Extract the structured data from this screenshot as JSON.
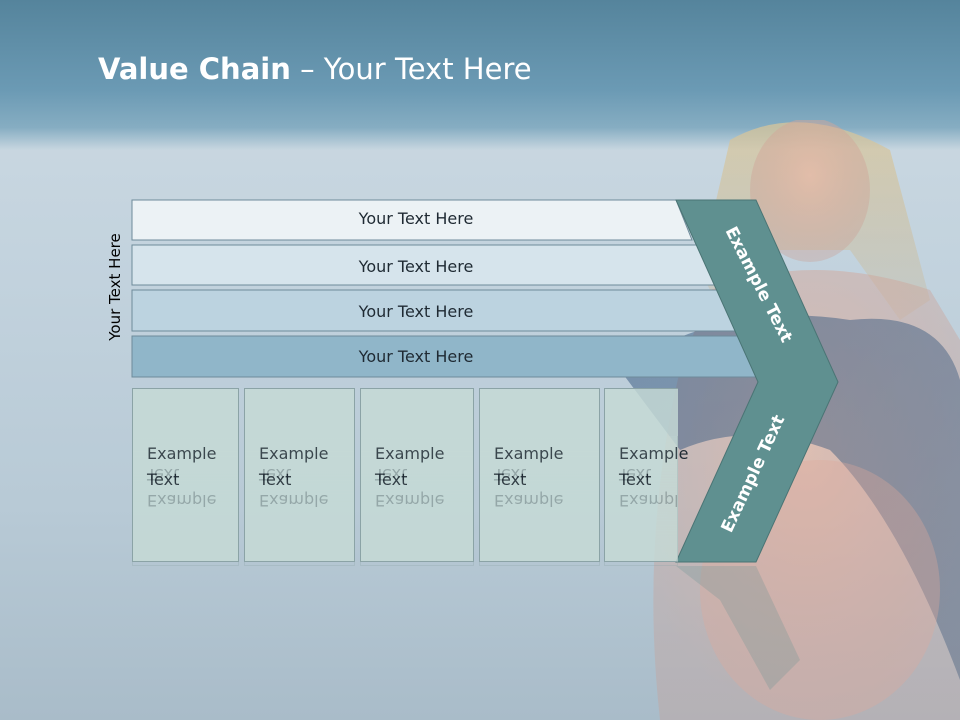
{
  "slide": {
    "title_bold": "Value Chain",
    "title_rest": " – Your Text Here",
    "side_label": "Your Text Here"
  },
  "bars": [
    {
      "label": "Your Text Here",
      "color": "#ecf2f5"
    },
    {
      "label": "Your Text Here",
      "color": "#d6e4ec"
    },
    {
      "label": "Your Text Here",
      "color": "#bcd3e0"
    },
    {
      "label": "Your Text Here",
      "color": "#90b6c9"
    }
  ],
  "boxes": [
    {
      "line1": "Example",
      "line2": "Text"
    },
    {
      "line1": "Example",
      "line2": "Text"
    },
    {
      "line1": "Example",
      "line2": "Text"
    },
    {
      "line1": "Example",
      "line2": "Text"
    },
    {
      "line1": "Example",
      "line2": "Text"
    }
  ],
  "chevron": {
    "upper_label": "Example Text",
    "lower_label": "Example Text",
    "color": "#5f9090"
  }
}
